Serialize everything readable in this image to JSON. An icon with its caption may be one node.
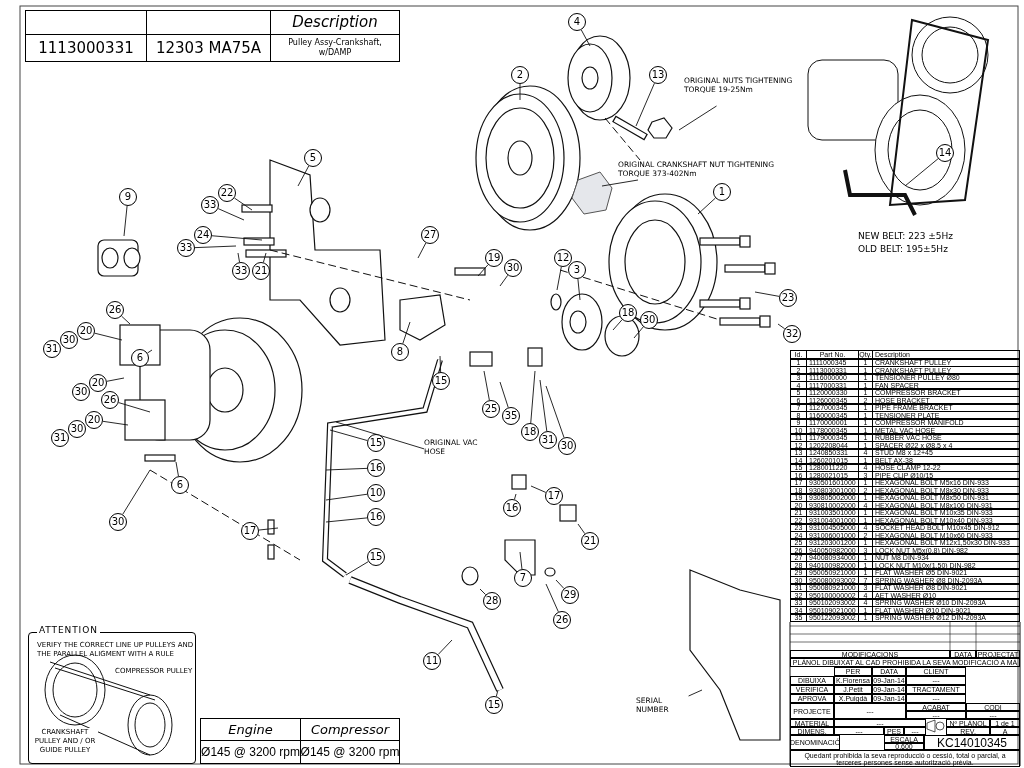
{
  "diagram": {
    "nodes": [
      {
        "text": [
          "4"
        ]
      },
      {
        "text": [
          "2"
        ]
      },
      {
        "text": [
          "13"
        ]
      },
      {
        "text": [
          "14"
        ]
      },
      {
        "text": [
          "1"
        ]
      },
      {
        "text": [
          "5"
        ]
      },
      {
        "text": [
          "9"
        ]
      },
      {
        "text": [
          "22"
        ]
      },
      {
        "text": [
          "33"
        ]
      },
      {
        "text": [
          "24"
        ]
      },
      {
        "text": [
          "33"
        ]
      },
      {
        "text": [
          "27"
        ]
      },
      {
        "text": [
          "33"
        ]
      },
      {
        "text": [
          "21"
        ]
      },
      {
        "text": [
          "19"
        ]
      },
      {
        "text": [
          "30"
        ]
      },
      {
        "text": [
          "12"
        ]
      },
      {
        "text": [
          "3"
        ]
      },
      {
        "text": [
          "23"
        ]
      },
      {
        "text": [
          "32"
        ]
      },
      {
        "text": [
          "18"
        ]
      },
      {
        "text": [
          "30"
        ]
      },
      {
        "text": [
          "26"
        ]
      },
      {
        "text": [
          "20"
        ]
      },
      {
        "text": [
          "30"
        ]
      },
      {
        "text": [
          "31"
        ]
      },
      {
        "text": [
          "6"
        ]
      },
      {
        "text": [
          "8"
        ]
      },
      {
        "text": [
          "15"
        ]
      },
      {
        "text": [
          "25"
        ]
      },
      {
        "text": [
          "35"
        ]
      },
      {
        "text": [
          "20"
        ]
      },
      {
        "text": [
          "20"
        ]
      },
      {
        "text": [
          "30"
        ]
      },
      {
        "text": [
          "31"
        ]
      },
      {
        "text": [
          "18"
        ]
      },
      {
        "text": [
          "31"
        ]
      },
      {
        "text": [
          "30"
        ]
      },
      {
        "text": [
          "15"
        ]
      },
      {
        "text": [
          "16"
        ]
      },
      {
        "text": [
          "10"
        ]
      },
      {
        "text": [
          "16"
        ]
      },
      {
        "text": [
          "6"
        ]
      },
      {
        "text": [
          "17"
        ]
      },
      {
        "text": [
          "16"
        ]
      },
      {
        "text": [
          "21"
        ]
      },
      {
        "text": [
          "17"
        ]
      },
      {
        "text": [
          "30"
        ]
      },
      {
        "text": [
          "15"
        ]
      },
      {
        "text": [
          "7"
        ]
      },
      {
        "text": [
          "28"
        ]
      },
      {
        "text": [
          "29"
        ]
      },
      {
        "text": [
          "26"
        ]
      },
      {
        "text": [
          "11"
        ]
      },
      {
        "text": [
          "15"
        ]
      },
      {
        "text": [
          "ORIGINAL NUTS TIGHTENING TORQUE 19-25Nm"
        ]
      },
      {
        "text": [
          "ORIGINAL CRANKSHAFT NUT TIGHTENING TORQUE 373-402Nm"
        ]
      },
      {
        "text": [
          "ORIGINAL VAC HOSE"
        ]
      },
      {
        "text": [
          "SERIAL NUMBER"
        ]
      },
      {
        "text": [
          "ATTENTION",
          "VERIFY THE CORRECT LINE UP PULLEYS AND THE PARALLEL ALIGMENT WITH A RULE"
        ]
      },
      {
        "text": [
          "30"
        ]
      },
      {
        "text": [
          "26"
        ]
      }
    ],
    "edges": [
      {
        "from": 0,
        "to": null,
        "arrow": "none"
      },
      {
        "from": 1,
        "to": null,
        "arrow": "none"
      },
      {
        "from": 2,
        "to": null,
        "arrow": "none"
      },
      {
        "from": 3,
        "to": null,
        "arrow": "none"
      },
      {
        "from": 4,
        "to": null,
        "arrow": "none"
      },
      {
        "from": 5,
        "to": null,
        "arrow": "none"
      },
      {
        "from": 6,
        "to": null,
        "arrow": "none"
      },
      {
        "from": 7,
        "to": null,
        "arrow": "none"
      },
      {
        "from": 8,
        "to": null,
        "arrow": "none"
      },
      {
        "from": 9,
        "to": null,
        "arrow": "none"
      },
      {
        "from": 10,
        "to": null,
        "arrow": "none"
      },
      {
        "from": 11,
        "to": null,
        "arrow": "none"
      },
      {
        "from": 12,
        "to": null,
        "arrow": "none"
      },
      {
        "from": 13,
        "to": null,
        "arrow": "none"
      },
      {
        "from": 14,
        "to": null,
        "arrow": "none"
      },
      {
        "from": 15,
        "to": null,
        "arrow": "none"
      },
      {
        "from": 16,
        "to": null,
        "arrow": "none"
      },
      {
        "from": 17,
        "to": null,
        "arrow": "none"
      },
      {
        "from": 18,
        "to": null,
        "arrow": "none"
      },
      {
        "from": 19,
        "to": null,
        "arrow": "none"
      },
      {
        "from": 20,
        "to": null,
        "arrow": "none"
      },
      {
        "from": 21,
        "to": null,
        "arrow": "none"
      },
      {
        "from": 22,
        "to": null,
        "arrow": "none"
      },
      {
        "from": 23,
        "to": null,
        "arrow": "none"
      },
      {
        "from": 26,
        "to": null,
        "arrow": "none"
      },
      {
        "from": 27,
        "to": null,
        "arrow": "none"
      },
      {
        "from": 28,
        "to": null,
        "arrow": "none"
      },
      {
        "from": 29,
        "to": null,
        "arrow": "none"
      },
      {
        "from": 30,
        "to": null,
        "arrow": "none"
      },
      {
        "from": 31,
        "to": null,
        "arrow": "none"
      },
      {
        "from": 32,
        "to": null,
        "arrow": "none"
      },
      {
        "from": 35,
        "to": null,
        "arrow": "none"
      },
      {
        "from": 36,
        "to": null,
        "arrow": "none"
      },
      {
        "from": 37,
        "to": null,
        "arrow": "none"
      },
      {
        "from": 38,
        "to": null,
        "arrow": "none"
      },
      {
        "from": 39,
        "to": null,
        "arrow": "none"
      },
      {
        "from": 40,
        "to": null,
        "arrow": "none"
      },
      {
        "from": 41,
        "to": null,
        "arrow": "none"
      },
      {
        "from": 42,
        "to": null,
        "arrow": "none"
      },
      {
        "from": 43,
        "to": null,
        "arrow": "none"
      },
      {
        "from": 44,
        "to": null,
        "arrow": "none"
      },
      {
        "from": 45,
        "to": null,
        "arrow": "none"
      },
      {
        "from": 46,
        "to": null,
        "arrow": "none"
      },
      {
        "from": 47,
        "to": null,
        "arrow": "none"
      },
      {
        "from": 48,
        "to": null,
        "arrow": "none"
      },
      {
        "from": 49,
        "to": null,
        "arrow": "none"
      },
      {
        "from": 50,
        "to": null,
        "arrow": "none"
      },
      {
        "from": 51,
        "to": null,
        "arrow": "none"
      },
      {
        "from": 52,
        "to": null,
        "arrow": "none"
      },
      {
        "from": 53,
        "to": null,
        "arrow": "none"
      },
      {
        "from": 54,
        "to": null,
        "arrow": "none"
      },
      {
        "from": 55,
        "to": null,
        "arrow": "none"
      },
      {
        "from": 56,
        "to": null,
        "arrow": "none"
      },
      {
        "from": 57,
        "to": null,
        "arrow": "none"
      },
      {
        "from": 58,
        "to": null,
        "arrow": "none"
      },
      {
        "from": 61,
        "to": null,
        "arrow": "none"
      }
    ],
    "labels": [
      "Description",
      "1113000331",
      "12303 MA75A",
      "Pulley Assy-Crankshaft, w/DAMP",
      "Id.",
      "Part No.",
      "Qty.",
      "Description",
      "1",
      "1111000345",
      "1",
      "CRANKSHAFT PULLEY",
      "2",
      "1113000331",
      "1",
      "CRANKSHAFT PULLEY",
      "3",
      "1116000000",
      "1",
      "TENSIONER PULLEY Ø80",
      "4",
      "1117000331",
      "1",
      "FAN SPACER",
      "5",
      "1120000330",
      "1",
      "COMPRESSOR BRACKET",
      "6",
      "1126000345",
      "2",
      "HOSE BRACKET",
      "7",
      "1127000345",
      "1",
      "PIPE FRAME BRACKET",
      "8",
      "1160000345",
      "1",
      "TENSIONER PLATE",
      "9",
      "1170000001",
      "1",
      "COMPRESSOR MANIFOLD",
      "10",
      "1178000345",
      "1",
      "METAL VAC HOSE",
      "11",
      "1179000345",
      "1",
      "RUBBER VAC HOSE",
      "12",
      "1202208044",
      "1",
      "SPACER Ø22 x Ø8.5 x 4",
      "13",
      "1240850331",
      "4",
      "STUD M8 x 12+45",
      "14",
      "1260201015",
      "1",
      "BELT AX-38",
      "15",
      "1280011220",
      "4",
      "HOSE CLAMP 12-22",
      "16",
      "1280021015",
      "3",
      "PIPE CLIP Ø10/15",
      "17",
      "930501601000",
      "1",
      "HEXAGONAL BOLT M5x16 DIN-933",
      "18",
      "930803001000",
      "2",
      "HEXAGONAL BOLT M8x30 DIN-933",
      "19",
      "930805002000",
      "1",
      "HEXAGONAL BOLT M8x50 DIN-931",
      "20",
      "930810002000",
      "4",
      "HEXAGONAL BOLT M8x100 DIN-931",
      "21",
      "931003501000",
      "1",
      "HEXAGONAL BOLT M10x35 DIN-933",
      "22",
      "931004001000",
      "1",
      "HEXAGONAL BOLT M10x40 DIN-933",
      "23",
      "931004505000",
      "4",
      "SOCKET HEAD BOLT M10x45 DIN-912",
      "24",
      "931006001000",
      "2",
      "HEXAGONAL BOLT M10x60 DIN-933",
      "25",
      "931203001200",
      "1",
      "HEXAGONAL BOLT M12x1,50x30 DIN-933",
      "26",
      "940050982000",
      "3",
      "LOCK NUT M5x(0.8) DIN-982",
      "27",
      "940080934000",
      "1",
      "NUT M8 DIN-934",
      "28",
      "940100982000",
      "1",
      "LOCK NUT M10x(1,50) DIN-982",
      "29",
      "950050921000",
      "1",
      "FLAT WASHER Ø5 DIN-9021",
      "30",
      "950080093002",
      "7",
      "SPRING WASHER Ø8 DIN-2093A",
      "31",
      "950080921000",
      "3",
      "FLAT WASHER Ø8 DIN-9021",
      "32",
      "950100000002",
      "4",
      "AET WASHER Ø10",
      "33",
      "950102093002",
      "4",
      "SPRING WASHER Ø10 DIN-2093A",
      "34",
      "950109021000",
      "1",
      "FLAT WASHER Ø10 DIN-9021",
      "35",
      "950122093002",
      "1",
      "SPRING WASHER Ø12 DIN-2093A",
      "Engine",
      "Compressor",
      "Ø145 @ 3200 rpm",
      "Ø145 @ 3200 rpm",
      "NEW BELT: 223 ±5Hz",
      "OLD BELT: 195±5Hz",
      "COMPRESSOR PULLEY",
      "CRANKSHAFT PULLEY AND / OR GUIDE PULLEY",
      "MODIFICACIONS",
      "DATA",
      "PROJECTAT",
      "PLÀNOL DIBUIXAT AL CAD PROHIBIDA LA SEVA MODIFICACIÓ A MÀ",
      "PER",
      "DATA",
      "CLIENT",
      "DIBUIXA",
      "K.Fiorensa",
      "09-Jan-14",
      "---",
      "VERIFICA",
      "J.Petit",
      "09-Jan-14",
      "TRACTAMENT",
      "APROVA",
      "X.Puigdà",
      "09-Jan-14",
      "---",
      "PROJECTE",
      "---",
      "ACABAT",
      "---",
      "CODI",
      "---",
      "MATERIAL",
      "---",
      "DIMENS.",
      "---",
      "PES",
      "---",
      "Nº PLÀNOL",
      "1 de 1",
      "REV.",
      "A",
      "DENOMINACIÓ",
      "ESCALA",
      "0.600",
      "KC14010345",
      "Quedant prohibida la seva reproducció o cessió, total o parcial, a terceres persones sense autorització prèvia."
    ]
  }
}
